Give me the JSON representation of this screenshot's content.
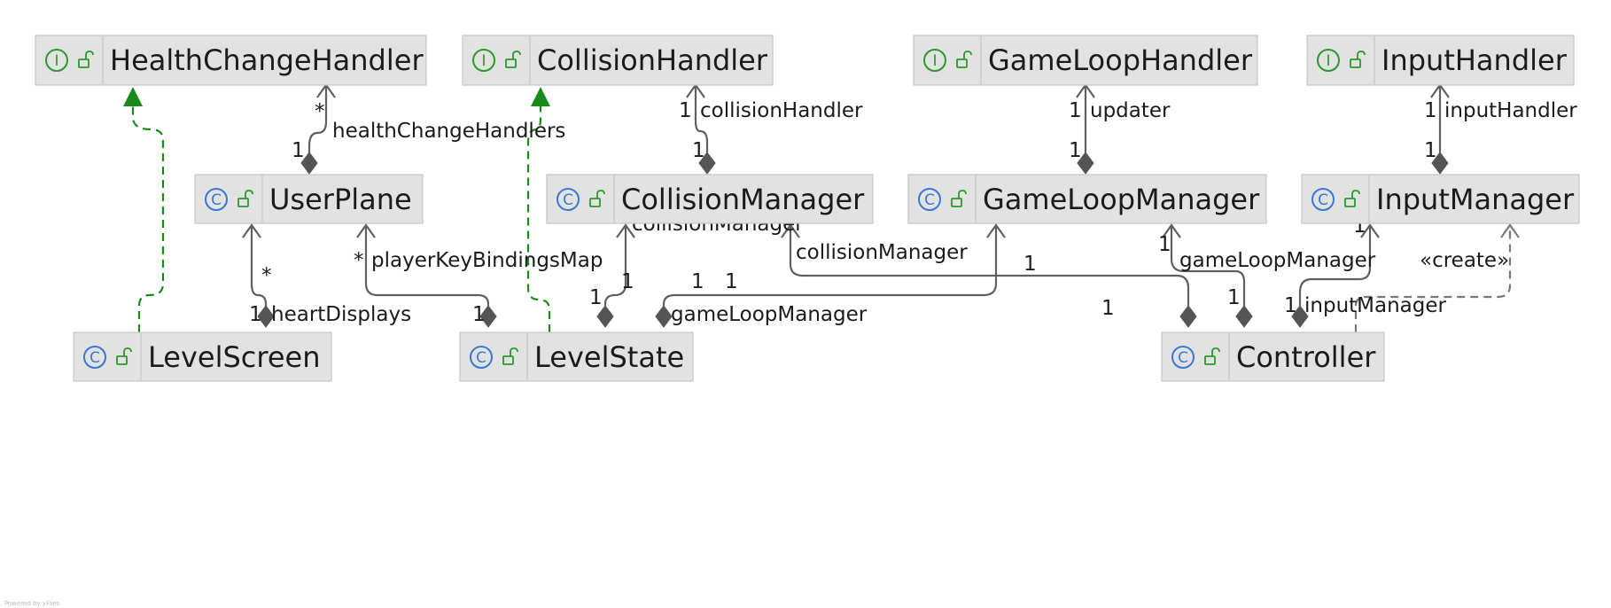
{
  "diagram": {
    "nodes": [
      {
        "id": "HealthChangeHandler",
        "kind": "interface",
        "badge": "I"
      },
      {
        "id": "CollisionHandler",
        "kind": "interface",
        "badge": "I"
      },
      {
        "id": "GameLoopHandler",
        "kind": "interface",
        "badge": "I"
      },
      {
        "id": "InputHandler",
        "kind": "interface",
        "badge": "I"
      },
      {
        "id": "UserPlane",
        "kind": "class",
        "badge": "C"
      },
      {
        "id": "CollisionManager",
        "kind": "class",
        "badge": "C"
      },
      {
        "id": "GameLoopManager",
        "kind": "class",
        "badge": "C"
      },
      {
        "id": "InputManager",
        "kind": "class",
        "badge": "C"
      },
      {
        "id": "LevelScreen",
        "kind": "class",
        "badge": "C"
      },
      {
        "id": "LevelState",
        "kind": "class",
        "badge": "C"
      },
      {
        "id": "Controller",
        "kind": "class",
        "badge": "C"
      }
    ],
    "edges": [
      {
        "type": "realization",
        "from": "LevelScreen",
        "to": "HealthChangeHandler"
      },
      {
        "type": "realization",
        "from": "LevelState",
        "to": "CollisionHandler"
      },
      {
        "type": "composition",
        "from": "UserPlane",
        "to": "HealthChangeHandler",
        "role": "healthChangeHandlers",
        "source_mult": "1",
        "target_mult": "*"
      },
      {
        "type": "composition",
        "from": "CollisionManager",
        "to": "CollisionHandler",
        "role": "collisionHandler",
        "source_mult": "1",
        "target_mult": "1"
      },
      {
        "type": "composition",
        "from": "GameLoopManager",
        "to": "GameLoopHandler",
        "role": "updater",
        "source_mult": "1",
        "target_mult": "1"
      },
      {
        "type": "composition",
        "from": "InputManager",
        "to": "InputHandler",
        "role": "inputHandler",
        "source_mult": "1",
        "target_mult": "1"
      },
      {
        "type": "composition",
        "from": "LevelScreen",
        "to": "UserPlane",
        "role": "heartDisplays",
        "source_mult": "1",
        "target_mult": "*"
      },
      {
        "type": "composition",
        "from": "LevelState",
        "to": "UserPlane",
        "role": "playerKeyBindingsMap",
        "source_mult": "1",
        "target_mult": "*"
      },
      {
        "type": "composition",
        "from": "LevelState",
        "to": "CollisionManager",
        "role": "collisionManager",
        "source_mult": "1",
        "target_mult": "1"
      },
      {
        "type": "composition",
        "from": "LevelState",
        "to": "GameLoopManager",
        "role": "gameLoopManager",
        "source_mult": "1",
        "target_mult": "1"
      },
      {
        "type": "composition",
        "from": "Controller",
        "to": "CollisionManager",
        "role": "collisionManager",
        "source_mult": "1",
        "target_mult": "1"
      },
      {
        "type": "composition",
        "from": "Controller",
        "to": "GameLoopManager",
        "role": "gameLoopManager",
        "source_mult": "1",
        "target_mult": "1"
      },
      {
        "type": "composition",
        "from": "Controller",
        "to": "InputManager",
        "role": "inputManager",
        "source_mult": "1",
        "target_mult": "1"
      },
      {
        "type": "dependency",
        "from": "Controller",
        "to": "InputManager",
        "stereotype": "«create»"
      }
    ],
    "labels": {
      "healthChangeHandlers": "healthChangeHandlers",
      "collisionHandler": "collisionHandler",
      "updater": "updater",
      "inputHandler": "inputHandler",
      "heartDisplays": "heartDisplays",
      "playerKeyBindingsMap": "playerKeyBindingsMap",
      "collisionManager": "collisionManager",
      "gameLoopManager": "gameLoopManager",
      "inputManager": "inputManager",
      "create": "«create»",
      "one": "1",
      "many": "*"
    },
    "colors": {
      "node_fill": "#e2e2e2",
      "edge": "#606060",
      "realization": "#1a8a1a",
      "interface_badge": "#2a9a2a",
      "class_badge": "#3a78d6"
    }
  },
  "footer": {
    "powered_by": "Powered by yFiles"
  }
}
